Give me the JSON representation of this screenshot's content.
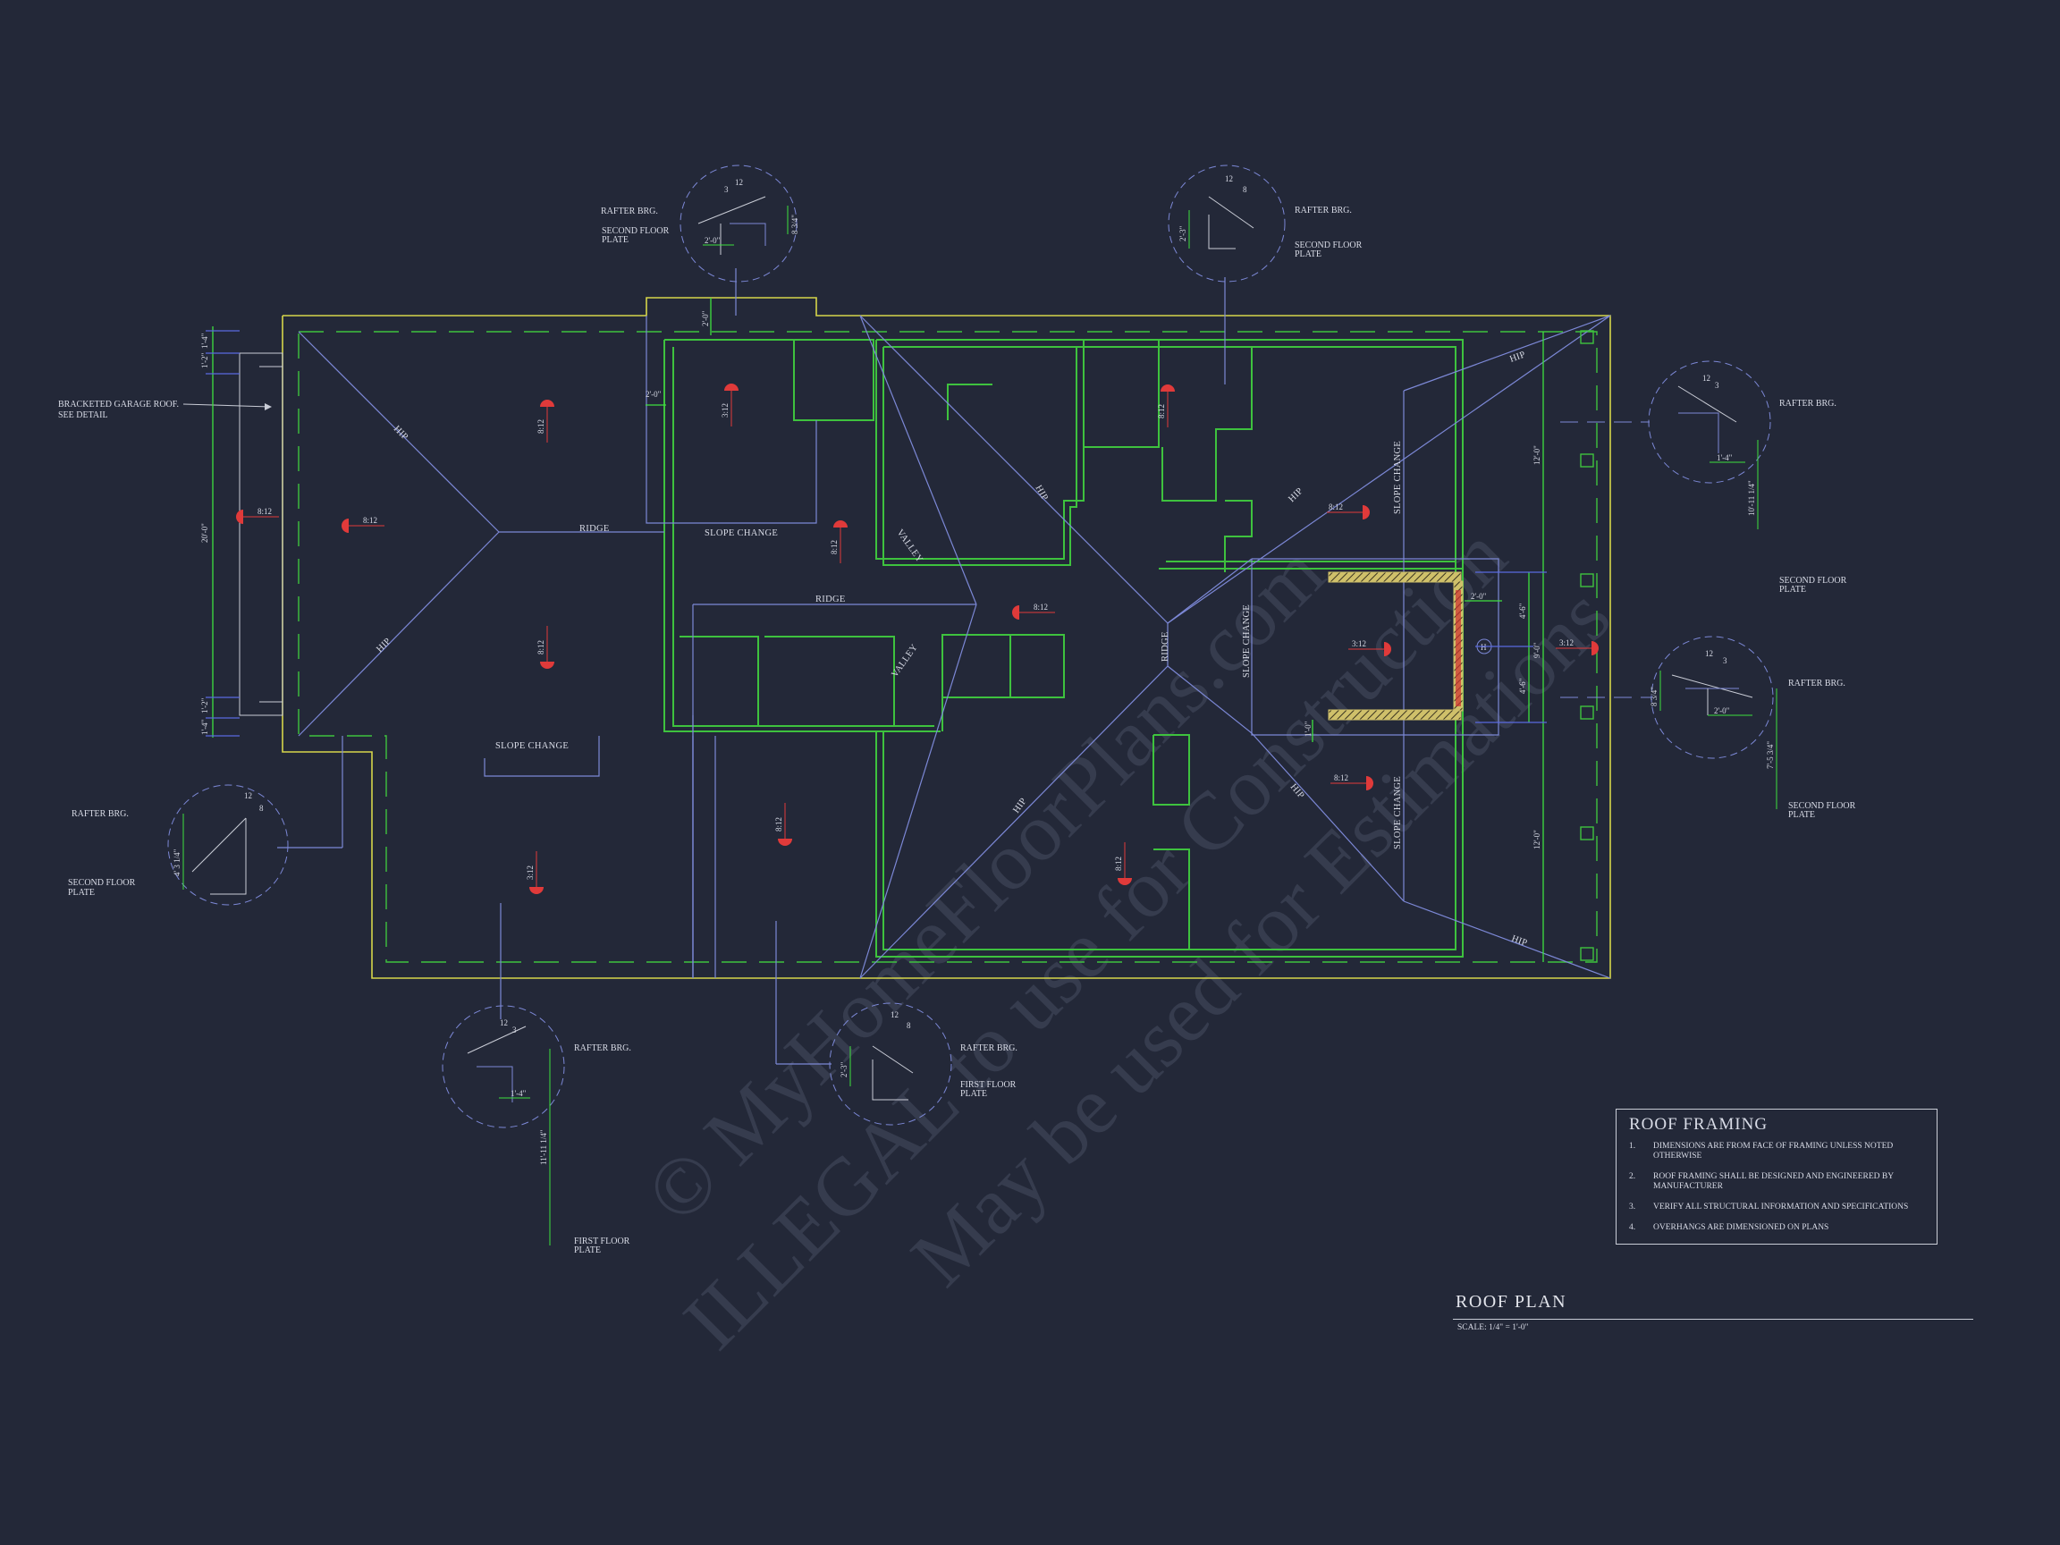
{
  "watermark": {
    "line1": "© MyHomeFloorPlans.com",
    "line2": "ILLEGAL to use for Construction",
    "line3": "May be used for Estimations"
  },
  "labels": {
    "hip": "HIP",
    "ridge": "RIDGE",
    "valley": "VALLEY",
    "slope_change": "SLOPE CHANGE",
    "bracketed_garage_1": "BRACKETED GARAGE ROOF.",
    "bracketed_garage_2": "SEE DETAIL",
    "rafter_brg": "RAFTER BRG.",
    "second_floor": "SECOND FLOOR",
    "first_floor": "FIRST FLOOR",
    "plate": "PLATE"
  },
  "pitches": {
    "p812": "8:12",
    "p312": "3:12"
  },
  "detail_nums": {
    "twelve": "12",
    "three": "3",
    "eight": "8"
  },
  "dimensions": {
    "d2_0": "2'-0\"",
    "d1_4": "1'-4\"",
    "d1_2": "1'-2\"",
    "d20_0": "20'-0\"",
    "d12_0": "12'-0\"",
    "d9_0": "9'-0\"",
    "d4_6": "4'-6\"",
    "d1_0": "1'-0\"",
    "d2_3": "2'-3\"",
    "d8_3_4": "8 3/4\"",
    "d4_3_1_4": "4' 3 1/4\"",
    "d10_11_1_4": "10'-11 1/4\"",
    "d11_11_1_4": "11'-11 1/4\"",
    "d7_5_3_4": "7'-5 3/4\""
  },
  "roof_framing": {
    "title": "ROOF FRAMING",
    "notes": [
      {
        "num": "1.",
        "text": "DIMENSIONS ARE FROM FACE OF FRAMING UNLESS NOTED OTHERWISE"
      },
      {
        "num": "2.",
        "text": "ROOF FRAMING SHALL BE DESIGNED AND ENGINEERED BY MANUFACTURER"
      },
      {
        "num": "3.",
        "text": "VERIFY ALL STRUCTURAL INFORMATION AND SPECIFICATIONS"
      },
      {
        "num": "4.",
        "text": "OVERHANGS ARE DIMENSIONED ON PLANS"
      }
    ]
  },
  "plan": {
    "title": "ROOF PLAN",
    "scale": "SCALE: 1/4\" = 1'-0\""
  },
  "colors": {
    "background": "#232838",
    "eave": "#d6d64a",
    "wall": "#3ec23e",
    "roof_line": "#7c88d6",
    "dimension": "#3ee03e",
    "pitch_red": "#e03a3a",
    "text": "#d8dbe6"
  }
}
